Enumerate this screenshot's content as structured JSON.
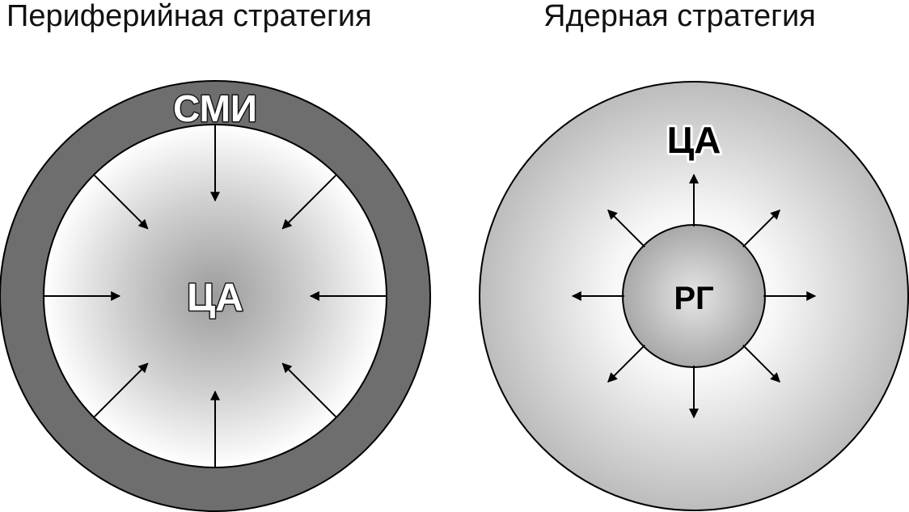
{
  "titles": {
    "peripheral": "Периферийная стратегия",
    "nuclear": "Ядерная стратегия"
  },
  "peripheral": {
    "ring_label": "СМИ",
    "center_label": "ЦА"
  },
  "nuclear": {
    "outer_label": "ЦА",
    "core_label": "РГ"
  },
  "colors": {
    "ring": "#6e6e6e",
    "outline": "#000000",
    "arrow": "#000000"
  }
}
